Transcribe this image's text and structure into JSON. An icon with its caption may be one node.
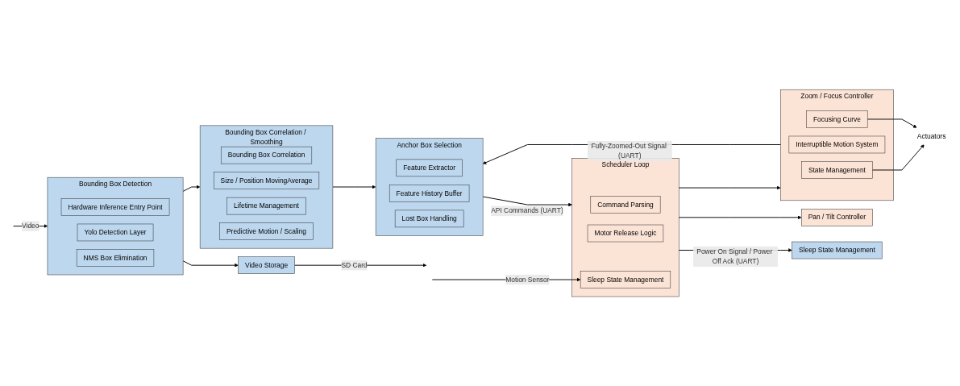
{
  "diagram": {
    "nodes": [
      {
        "text": [
          "Bounding Box Detection"
        ]
      },
      {
        "text": [
          "Hardware Inference Entry Point"
        ],
        "in": 0
      },
      {
        "text": [
          "Yolo Detection Layer"
        ],
        "in": 0
      },
      {
        "text": [
          "NMS Box Elimination"
        ],
        "in": 0
      },
      {
        "text": [
          "Video Storage"
        ]
      },
      {
        "text": [
          "Bounding Box Correlation / Smoothing"
        ]
      },
      {
        "text": [
          "Bounding Box Correlation"
        ],
        "in": 5
      },
      {
        "text": [
          "Size / Position MovingAverage"
        ],
        "in": 5
      },
      {
        "text": [
          "Lifetime Management"
        ],
        "in": 5
      },
      {
        "text": [
          "Predictive Motion / Scaling"
        ],
        "in": 5
      },
      {
        "text": [
          "Anchor Box Selection"
        ]
      },
      {
        "text": [
          "Feature Extractor"
        ],
        "in": 10
      },
      {
        "text": [
          "Feature History Buffer"
        ],
        "in": 10
      },
      {
        "text": [
          "Lost Box Handling"
        ],
        "in": 10
      },
      {
        "text": [
          "Scheduler Loop"
        ]
      },
      {
        "text": [
          "Command Parsing"
        ],
        "in": 14
      },
      {
        "text": [
          "Motor Release Logic"
        ],
        "in": 14
      },
      {
        "text": [
          "Sleep State Management"
        ],
        "in": 14
      },
      {
        "text": [
          "Zoom / Focus Controller"
        ]
      },
      {
        "text": [
          "State Management"
        ],
        "in": 18
      },
      {
        "text": [
          "Interruptible Motion System"
        ],
        "in": 18
      },
      {
        "text": [
          "Focusing Curve"
        ],
        "in": 18
      },
      {
        "text": [
          "Pan / Tilt Controller"
        ]
      },
      {
        "text": [
          "Sleep State Management"
        ]
      },
      {
        "text": [
          "Actuators"
        ]
      }
    ],
    "edges": [
      {
        "from": null,
        "to": 0,
        "arrow": "to",
        "label": "Video"
      },
      {
        "from": 0,
        "to": 4,
        "arrow": "to"
      },
      {
        "from": 4,
        "to": null,
        "arrow": "to",
        "label": "SD Card"
      },
      {
        "from": 0,
        "to": 5,
        "arrow": "to"
      },
      {
        "from": 5,
        "to": 10,
        "arrow": "to"
      },
      {
        "from": 10,
        "to": 14,
        "arrow": "to",
        "label": "API Commands (UART)"
      },
      {
        "from": 18,
        "to": 10,
        "arrow": "to",
        "label": "Fully-Zoomed-Out Signal (UART)"
      },
      {
        "from": 14,
        "to": 18,
        "arrow": "to"
      },
      {
        "from": null,
        "to": 17,
        "arrow": "to",
        "label": "Motion Sensor"
      },
      {
        "from": 14,
        "to": 22,
        "arrow": "to"
      },
      {
        "from": 14,
        "to": 23,
        "arrow": "to",
        "label": "Power On Signal / Power Off Ack (UART)"
      },
      {
        "from": 19,
        "to": 24,
        "arrow": "to"
      },
      {
        "from": 21,
        "to": 24,
        "arrow": "to"
      }
    ]
  }
}
